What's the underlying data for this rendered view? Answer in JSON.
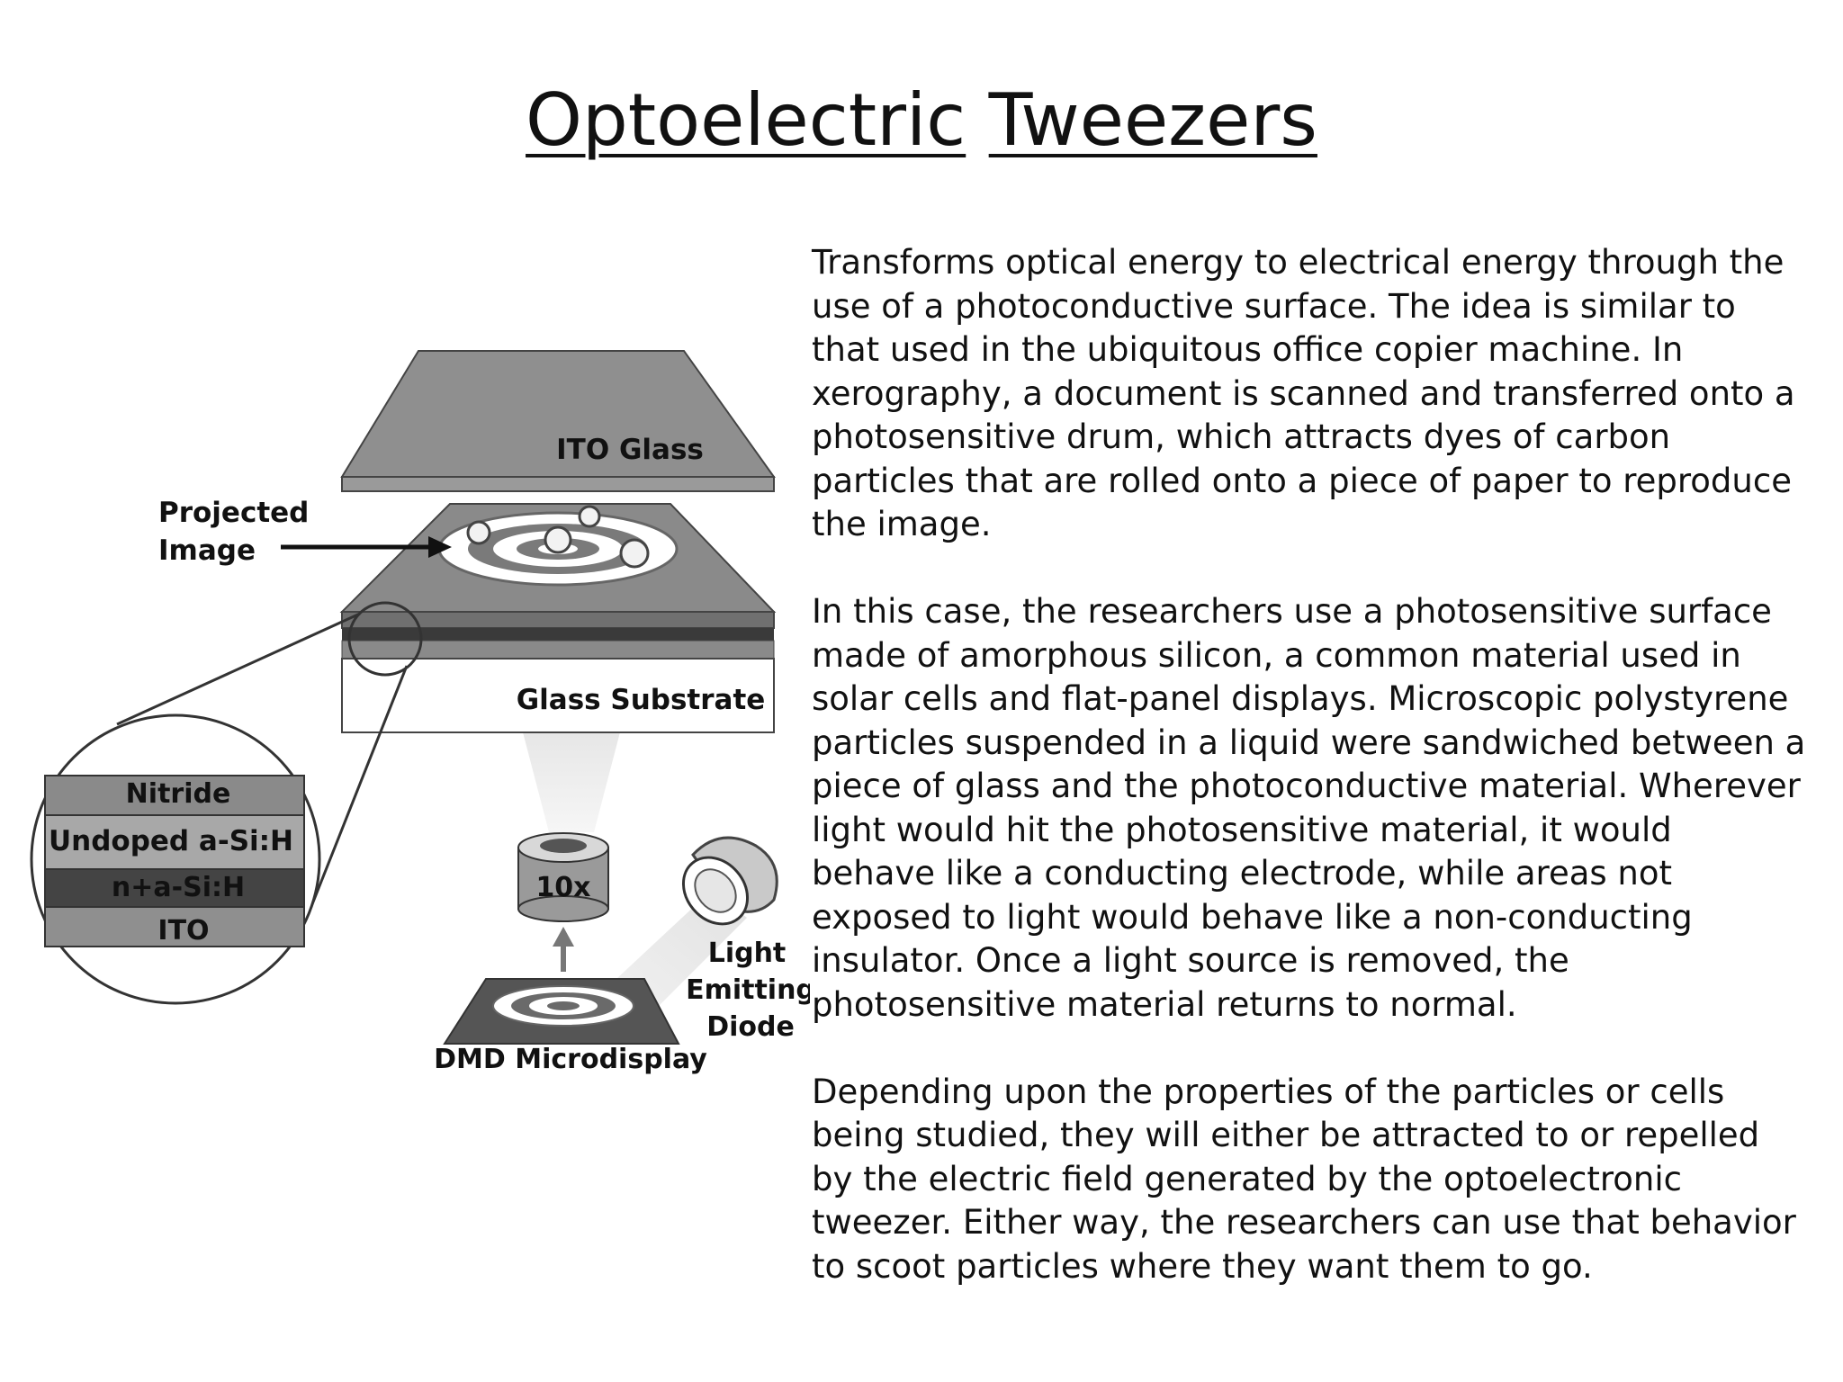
{
  "title": {
    "word1": "Optoelectric",
    "word2": "Tweezers"
  },
  "diagram": {
    "labels": {
      "ito_glass": "ITO Glass",
      "projected_image_1": "Projected",
      "projected_image_2": "Image",
      "glass_substrate": "Glass Substrate",
      "nitride": "Nitride",
      "undoped": "Undoped a-Si:H",
      "n_plus": "n+a-Si:H",
      "ito": "ITO",
      "lens": "10x",
      "led_1": "Light",
      "led_2": "Emitting",
      "led_3": "Diode",
      "dmd": "DMD Microdisplay"
    }
  },
  "paragraphs": [
    {
      "lines": [
        "Transforms optical energy to electrical energy through the",
        "use of a photoconductive surface. The idea is similar to",
        "that used in the ubiquitous office copier machine. In",
        "xerography, a document is scanned and transferred onto a",
        "photosensitive drum, which attracts dyes of carbon",
        "particles that are rolled onto a piece of paper to reproduce",
        "the image."
      ]
    },
    {
      "lines": [
        "In this case, the researchers use a photosensitive surface",
        "made of amorphous silicon, a common material used in",
        "solar cells and flat-panel displays. Microscopic polystyrene",
        "particles suspended in a liquid were sandwiched between a",
        "piece of glass and the photoconductive material. Wherever",
        "light would hit the photosensitive material, it would",
        "behave like a conducting electrode, while areas not",
        "exposed to light would behave like a non-conducting",
        "insulator. Once a light source is removed, the",
        "photosensitive material returns to normal."
      ]
    },
    {
      "lines": [
        "Depending upon the properties of the particles or cells",
        "being studied, they will either be attracted to or repelled",
        "by the electric field generated by the optoelectronic",
        "tweezer. Either way, the researchers can use that behavior",
        "to scoot particles where they want them to go."
      ]
    }
  ]
}
